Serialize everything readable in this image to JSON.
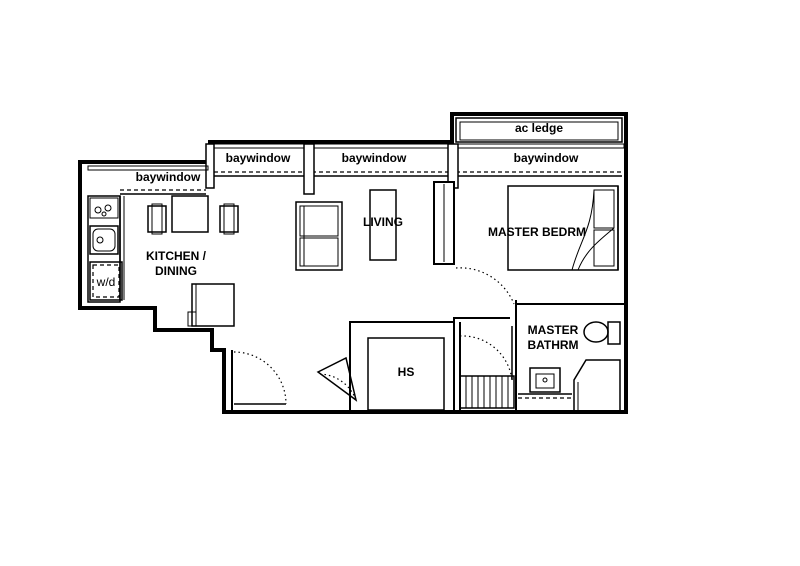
{
  "labels": {
    "ac_ledge": "ac ledge",
    "baywindow_top_left": "baywindow",
    "baywindow_top_mid": "baywindow",
    "baywindow_top_right": "baywindow",
    "baywindow_kitchen": "baywindow",
    "living": "LIVING",
    "master_bedroom": "MASTER BEDRM",
    "kitchen_line1": "KITCHEN /",
    "kitchen_line2": "DINING",
    "washer_dryer": "w/d",
    "household_shelter": "HS",
    "master_bath_line1": "MASTER",
    "master_bath_line2": "BATHRM"
  }
}
